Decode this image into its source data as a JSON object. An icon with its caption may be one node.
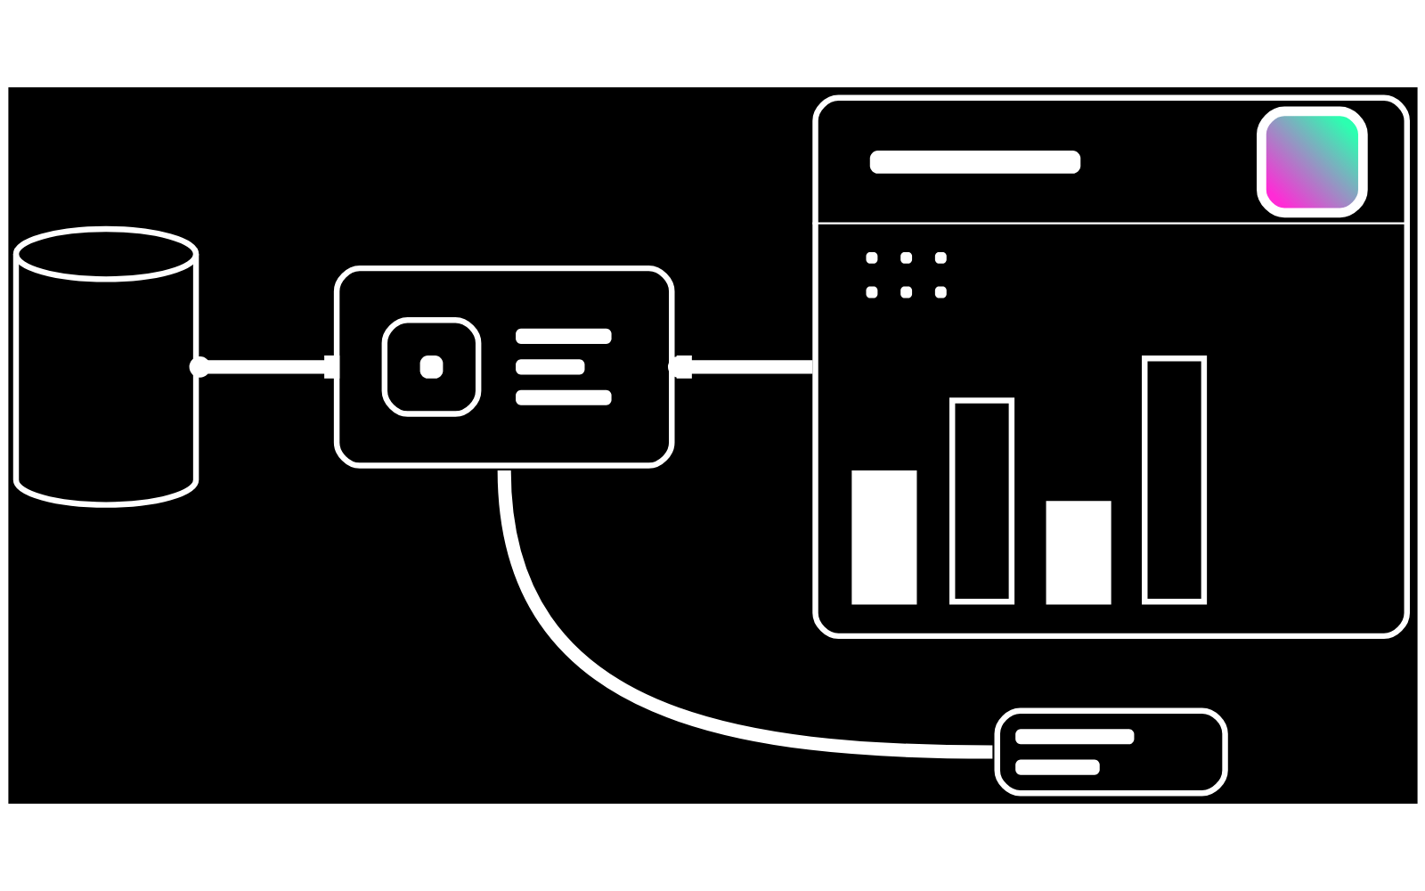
{
  "diagram": {
    "nodes": [
      {
        "text": [],
        "shape": "cylinder"
      },
      {
        "text": [],
        "shape": "box"
      },
      {
        "text": [],
        "shape": "picture"
      },
      {
        "text": [],
        "shape": "box"
      }
    ],
    "edges": [
      {
        "from": 0,
        "to": 1,
        "arrow": "other"
      },
      {
        "from": 1,
        "to": 2,
        "arrow": "other"
      },
      {
        "from": 1,
        "to": 3,
        "arrow": "none"
      }
    ]
  }
}
